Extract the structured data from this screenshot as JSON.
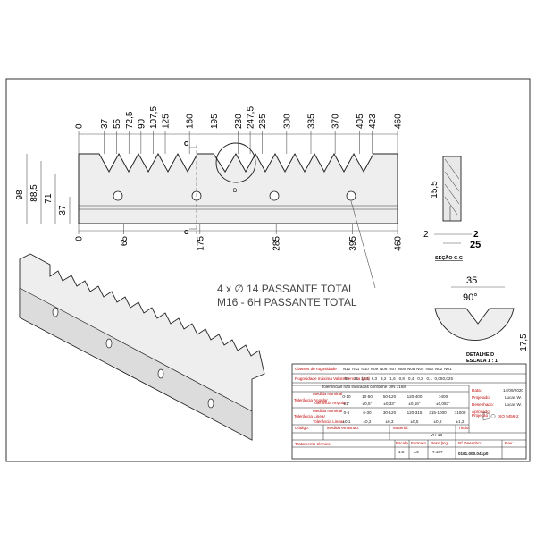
{
  "top_view": {
    "top_dims": [
      "0",
      "37",
      "55",
      "72,5",
      "90",
      "107,5",
      "125",
      "160",
      "195",
      "230",
      "247,5",
      "265",
      "300",
      "335",
      "370",
      "405",
      "423",
      "460"
    ],
    "bottom_dims": [
      "0",
      "65",
      "175",
      "285",
      "395",
      "460"
    ],
    "left_dims": [
      "98",
      "88,5",
      "71",
      "37"
    ],
    "section_mark": "C",
    "detail_mark": "D"
  },
  "section": {
    "height": "15,5",
    "left_dim": "2",
    "right_dim": "2",
    "width": "25",
    "label": "SEÇÃO C-C"
  },
  "detail": {
    "width": "35",
    "angle": "90°",
    "height": "17,5",
    "label_line1": "DETALHE D",
    "label_line2": "ESCALA 1 : 1"
  },
  "notes": {
    "line1": "4 x ∅ 14 PASSANTE TOTAL",
    "line2": "M16 - 6H PASSANTE TOTAL"
  },
  "title_block": {
    "roughness_label": "Classes de rugosidade",
    "roughness_classes": [
      "N12",
      "N11",
      "N10",
      "N09",
      "N08",
      "N07",
      "N06",
      "N05",
      "N04",
      "N03",
      "N02",
      "N01"
    ],
    "roughness_value_label": "Rugosidade máxima Valores em Ra (μm)",
    "roughness_values": [
      "50",
      "25",
      "12,5",
      "6,3",
      "3,2",
      "1,6",
      "0,8",
      "0,4",
      "0,2",
      "0,1",
      "0,05",
      "0,025"
    ],
    "tolerance_note": "Tolerâncias não indicadas conforme DIN 7168",
    "angular_label": "Tolerância Angular",
    "nominal_label": "Medida Nominal",
    "tolerance_label": "Tolerância Angular",
    "angular_ranges": [
      "0-10",
      "10-50",
      "50-120",
      "120-400",
      ">400"
    ],
    "angular_tols": [
      "±1°",
      "±0,5°",
      "±0,33°",
      "±0,16°",
      "±0,083°"
    ],
    "linear_label": "Tolerância Linear",
    "linear_nominal_label": "Medida Nominal",
    "linear_tol_label": "Tolerância Linear",
    "linear_ranges": [
      "0-6",
      "6-30",
      "30-120",
      "120-315",
      "315-1000",
      ">1000"
    ],
    "linear_tols": [
      "±0,1",
      "±0,2",
      "±0,3",
      "±0,5",
      "±0,8",
      "±1,2"
    ],
    "date_label": "Data:",
    "date": "14/09/2020",
    "projected_label": "Projetado:",
    "projected_by": "Lucas W.",
    "drawn_label": "Desenhado:",
    "drawn_by": "Lucas W.",
    "approved_label": "Aprovado:",
    "projection_label": "Projeção",
    "iso_label": "ISO 5456-2",
    "code_label": "Código:",
    "raw_measure_label": "Medido em Bruto:",
    "material_label": "Material:",
    "material": "VH-13",
    "drawing_label": "Título:",
    "heat_treatment_label": "Tratamento térmico:",
    "scale_label": "Escala",
    "scale": "1:2",
    "format_label": "Formato",
    "format": "A3",
    "weight_label": "Peso (Kg)",
    "weight": "7.107",
    "drawing_no_label": "Nº Desenho:",
    "drawing_no": "0161.000.041p0",
    "rev_label": "Rev.:"
  },
  "colors": {
    "title_block_red": "#c00000",
    "part_fill": "#eeeeee"
  }
}
